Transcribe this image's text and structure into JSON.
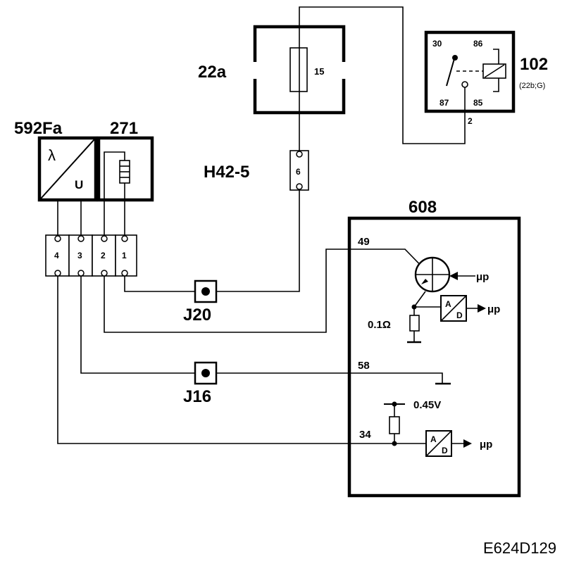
{
  "components": {
    "fuse_block": {
      "id": "22a",
      "fuse": "15"
    },
    "relay": {
      "id": "102",
      "sub": "(22b;G)",
      "pin30": "30",
      "pin86": "86",
      "pin87": "87",
      "pin85": "85",
      "wire": "2"
    },
    "sensor": {
      "id1": "592Fa",
      "id2": "271",
      "lambda": "λ",
      "u": "U"
    },
    "connector_h": {
      "id": "H42-5",
      "pin": "6"
    },
    "connector4": {
      "pin4": "4",
      "pin3": "3",
      "pin2": "2",
      "pin1": "1"
    },
    "junction_j20": {
      "id": "J20"
    },
    "junction_j16": {
      "id": "J16"
    },
    "ecu": {
      "id": "608",
      "pin49": "49",
      "pin58": "58",
      "pin34": "34",
      "resistor": "0.1Ω",
      "voltage": "0.45V",
      "ad_a": "A",
      "ad_d": "D",
      "mp1": "μp",
      "mp2": "μp",
      "mp3": "μp"
    }
  },
  "drawing_code": "E624D129"
}
